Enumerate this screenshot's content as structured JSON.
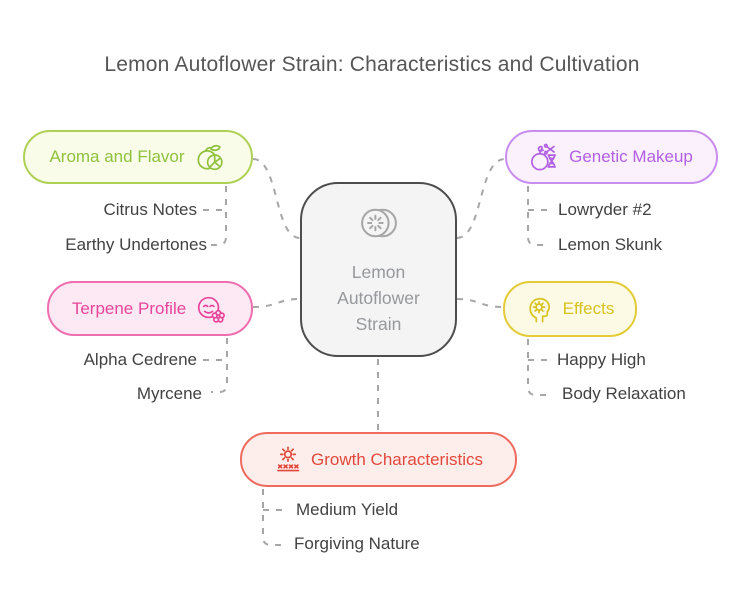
{
  "title": "Lemon Autoflower Strain: Characteristics and Cultivation",
  "center": {
    "label": "Lemon Autoflower Strain",
    "icon": "lemon-slices-icon",
    "colors": {
      "border": "#4d4d4d",
      "background": "#f4f4f5",
      "text": "#96989b",
      "icon": "#a6a6a6"
    }
  },
  "branches": [
    {
      "label": "Aroma and Flavor",
      "icon": "citrus-fruit-icon",
      "icon_side": "right",
      "colors": {
        "border": "#aed155",
        "background": "#f9fce9",
        "text": "#8fc13c"
      },
      "children": [
        "Citrus Notes",
        "Earthy Undertones"
      ]
    },
    {
      "label": "Genetic Makeup",
      "icon": "dna-fruit-icon",
      "icon_side": "left",
      "colors": {
        "border": "#c98cef",
        "background": "#faf1fd",
        "text": "#b25fe3"
      },
      "children": [
        "Lowryder #2",
        "Lemon Skunk"
      ]
    },
    {
      "label": "Terpene Profile",
      "icon": "smelling-face-flower-icon",
      "icon_side": "right",
      "colors": {
        "border": "#ef6eb0",
        "background": "#fce9f3",
        "text": "#e8449a"
      },
      "children": [
        "Alpha Cedrene",
        "Myrcene"
      ]
    },
    {
      "label": "Effects",
      "icon": "head-gear-icon",
      "icon_side": "left",
      "colors": {
        "border": "#e2cb35",
        "background": "#fcf9e5",
        "text": "#d8c31c"
      },
      "children": [
        "Happy High",
        "Body Relaxation"
      ]
    },
    {
      "label": "Growth Characteristics",
      "icon": "sun-sprouts-icon",
      "icon_side": "left",
      "colors": {
        "border": "#ee6b5e",
        "background": "#fdedeb",
        "text": "#e2493c"
      },
      "children": [
        "Medium Yield",
        "Forgiving Nature"
      ]
    }
  ],
  "connector_color": "#a6a6a6"
}
